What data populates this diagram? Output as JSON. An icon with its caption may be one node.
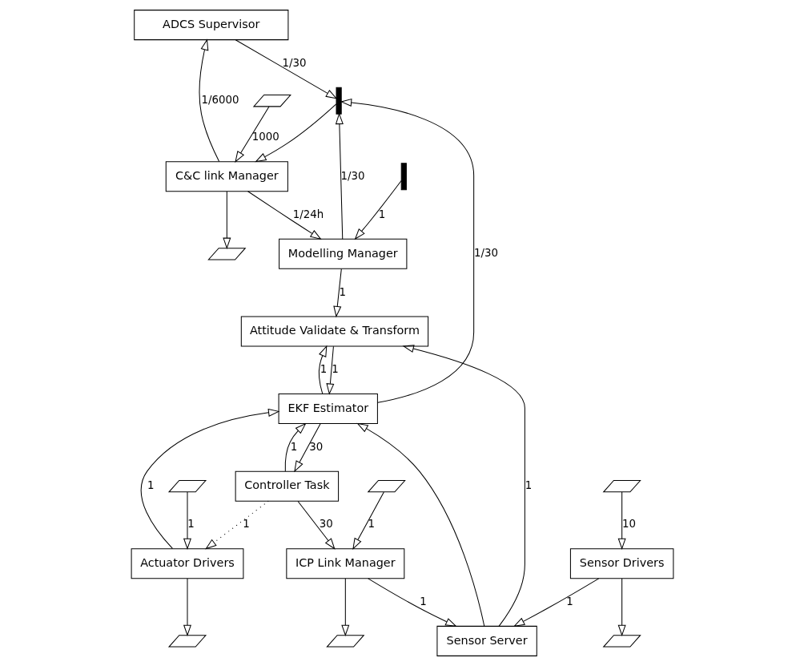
{
  "diagram": {
    "nodes": [
      {
        "text": [
          "ADCS Supervisor"
        ]
      },
      {
        "text": [
          "Sensor Server"
        ]
      },
      {
        "text": [],
        "shape": "bar"
      },
      {
        "text": [
          "Modelling Manager"
        ]
      },
      {
        "text": [
          "Attitude Validate & Transform"
        ]
      },
      {
        "text": [],
        "shape": "bar"
      },
      {
        "text": [
          "ICP Link Manager"
        ]
      },
      {
        "text": [
          "C&C link Manager"
        ]
      },
      {
        "text": [
          "EKF Estimator"
        ]
      },
      {
        "text": [
          "Controller Task"
        ]
      },
      {
        "text": [
          "Sensor Drivers"
        ]
      },
      {
        "text": [
          "Actuator Drivers"
        ]
      },
      {
        "text": [],
        "shape": "zigzag"
      },
      {
        "text": [],
        "shape": "zigzag"
      },
      {
        "text": [],
        "shape": "zigzag"
      },
      {
        "text": [],
        "shape": "zigzag"
      },
      {
        "text": [],
        "shape": "zigzag"
      },
      {
        "text": [],
        "shape": "zigzag"
      },
      {
        "text": [],
        "shape": "zigzag"
      },
      {
        "text": [],
        "shape": "zigzag"
      }
    ],
    "edges": [
      {
        "from": 10,
        "to": 1,
        "arrow": "to",
        "label": "1"
      },
      {
        "from": 6,
        "to": 1,
        "arrow": "to",
        "label": "1"
      },
      {
        "from": 1,
        "to": 4,
        "arrow": "to",
        "label": "1"
      },
      {
        "from": 1,
        "to": 8,
        "arrow": "to"
      },
      {
        "from": 2,
        "to": 3,
        "arrow": "to",
        "label": "1"
      },
      {
        "from": 3,
        "to": 4,
        "arrow": "to",
        "label": "1"
      },
      {
        "from": 3,
        "to": 5,
        "arrow": "to",
        "label": "1/30"
      },
      {
        "from": 0,
        "to": 5,
        "arrow": "to",
        "label": "1/30"
      },
      {
        "from": 8,
        "to": 5,
        "arrow": "to",
        "label": "1/30"
      },
      {
        "from": 5,
        "to": 7,
        "arrow": "to"
      },
      {
        "from": 7,
        "to": 3,
        "arrow": "to",
        "label": "1/24h"
      },
      {
        "from": 7,
        "to": 0,
        "arrow": "to",
        "label": "1/6000"
      },
      {
        "from": 4,
        "to": 8,
        "arrow": "to",
        "label": "1"
      },
      {
        "from": 8,
        "to": 4,
        "arrow": "to",
        "label": "1"
      },
      {
        "from": 8,
        "to": 9,
        "arrow": "to",
        "label": "30"
      },
      {
        "from": 9,
        "to": 8,
        "arrow": "to",
        "label": "1"
      },
      {
        "from": 9,
        "to": 6,
        "arrow": "to",
        "label": "30"
      },
      {
        "from": 9,
        "to": 11,
        "arrow": "to",
        "label": "1",
        "style": "dashed"
      },
      {
        "from": 11,
        "to": 8,
        "arrow": "to",
        "label": "1"
      },
      {
        "from": 6,
        "to": 12,
        "arrow": "to"
      },
      {
        "from": 13,
        "to": 6,
        "arrow": "to",
        "label": "1"
      },
      {
        "from": 7,
        "to": 14,
        "arrow": "to"
      },
      {
        "from": 15,
        "to": 7,
        "arrow": "to",
        "label": "1000"
      },
      {
        "from": 10,
        "to": 16,
        "arrow": "to"
      },
      {
        "from": 17,
        "to": 10,
        "arrow": "to",
        "label": "10"
      },
      {
        "from": 11,
        "to": 18,
        "arrow": "to"
      },
      {
        "from": 19,
        "to": 11,
        "arrow": "to",
        "label": "1"
      }
    ]
  }
}
